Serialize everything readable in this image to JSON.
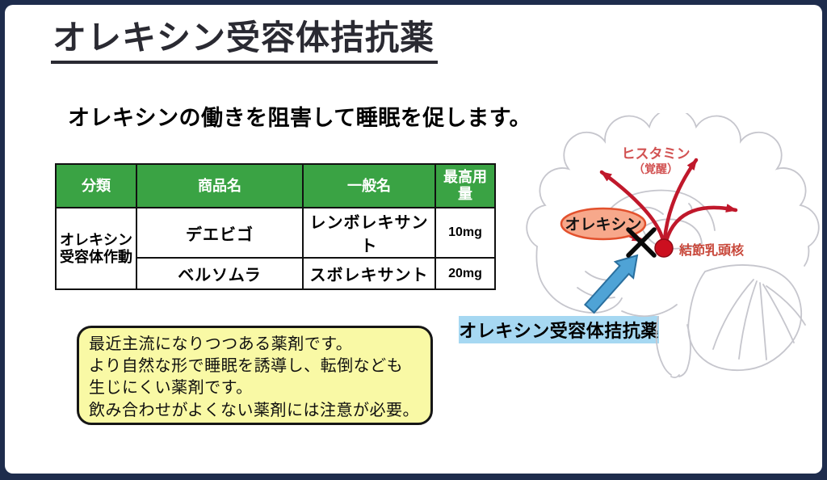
{
  "slide": {
    "title": "オレキシン受容体拮抗薬",
    "subtitle": "オレキシンの働きを阻害して睡眠を促します。"
  },
  "table": {
    "headers": [
      "分類",
      "商品名",
      "一般名",
      "最高用量"
    ],
    "category": "オレキシン受容体作動",
    "rows": [
      {
        "brand": "デエビゴ",
        "generic": "レンボレキサント",
        "max_dose": "10mg"
      },
      {
        "brand": "ベルソムラ",
        "generic": "スボレキサント",
        "max_dose": "20mg"
      }
    ]
  },
  "diagram": {
    "histamine_label": "ヒスタミン",
    "histamine_sub": "（覚醒）",
    "orexin_label": "オレキシン",
    "nucleus_label": "結節乳頭核",
    "drug_label": "オレキシン受容体拮抗薬"
  },
  "note": {
    "lines": [
      "最近主流になりつつある薬剤です。",
      "より自然な形で睡眠を誘導し、転倒なども",
      "生じにくい薬剤です。",
      "飲み合わせがよくない薬剤には注意が必要。"
    ]
  },
  "colors": {
    "frame_navy": "#1e2c4c",
    "table_header_green": "#3aa344",
    "category_light_green": "#dceed6",
    "note_yellow": "#f9f9a5",
    "drug_label_blue": "#a6d8f2",
    "arrow_blue": "#4fa3d6",
    "signal_red": "#c0182b",
    "orexin_fill": "#f7a88b",
    "orexin_stroke": "#e2512d"
  }
}
